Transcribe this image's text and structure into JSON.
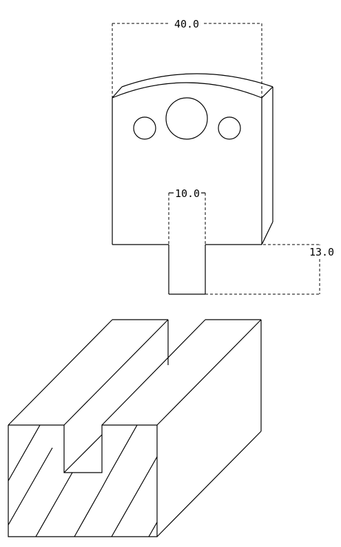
{
  "drawing": {
    "dimensions": {
      "width_top": "40.0",
      "slot_width": "10.0",
      "tab_height": "13.0"
    }
  },
  "colors": {
    "line": "#000000",
    "background": "#ffffff"
  }
}
